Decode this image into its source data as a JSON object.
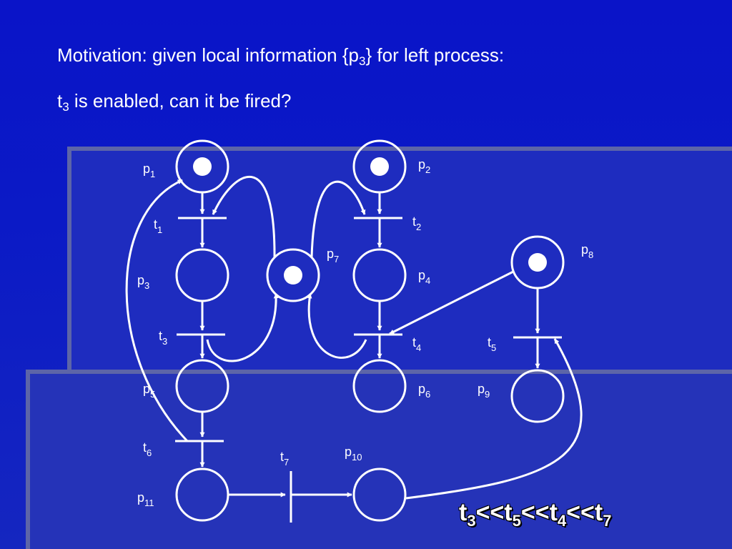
{
  "heading": {
    "line1": {
      "pre": "Motivation: given local information {p",
      "sub": "3",
      "post": "} for left process:"
    },
    "line2": {
      "pre": "t",
      "sub": "3",
      "post": " is enabled, can it be fired?"
    }
  },
  "places": [
    {
      "id": "p1",
      "base": "p",
      "sub": "1",
      "tokens": 1
    },
    {
      "id": "p2",
      "base": "p",
      "sub": "2",
      "tokens": 1
    },
    {
      "id": "p3",
      "base": "p",
      "sub": "3",
      "tokens": 0
    },
    {
      "id": "p4",
      "base": "p",
      "sub": "4",
      "tokens": 0
    },
    {
      "id": "p5",
      "base": "p",
      "sub": "5",
      "tokens": 0
    },
    {
      "id": "p6",
      "base": "p",
      "sub": "6",
      "tokens": 0
    },
    {
      "id": "p7",
      "base": "p",
      "sub": "7",
      "tokens": 1
    },
    {
      "id": "p8",
      "base": "p",
      "sub": "8",
      "tokens": 1
    },
    {
      "id": "p9",
      "base": "p",
      "sub": "9",
      "tokens": 0
    },
    {
      "id": "p10",
      "base": "p",
      "sub": "10",
      "tokens": 0
    },
    {
      "id": "p11",
      "base": "p",
      "sub": "11",
      "tokens": 0
    }
  ],
  "transitions": [
    {
      "id": "t1",
      "base": "t",
      "sub": "1"
    },
    {
      "id": "t2",
      "base": "t",
      "sub": "2"
    },
    {
      "id": "t3",
      "base": "t",
      "sub": "3"
    },
    {
      "id": "t4",
      "base": "t",
      "sub": "4"
    },
    {
      "id": "t5",
      "base": "t",
      "sub": "5"
    },
    {
      "id": "t6",
      "base": "t",
      "sub": "6"
    },
    {
      "id": "t7",
      "base": "t",
      "sub": "7"
    }
  ],
  "arcs": [
    [
      "p1",
      "t1"
    ],
    [
      "t1",
      "p3"
    ],
    [
      "p3",
      "t3"
    ],
    [
      "t3",
      "p5"
    ],
    [
      "p5",
      "t6"
    ],
    [
      "t6",
      "p11"
    ],
    [
      "p2",
      "t2"
    ],
    [
      "t2",
      "p4"
    ],
    [
      "p4",
      "t4"
    ],
    [
      "t4",
      "p6"
    ],
    [
      "p8",
      "t5"
    ],
    [
      "t5",
      "p9"
    ],
    [
      "p8",
      "t4"
    ],
    [
      "p7",
      "t1"
    ],
    [
      "t3",
      "p7"
    ],
    [
      "p7",
      "t2"
    ],
    [
      "t4",
      "p7"
    ],
    [
      "p11",
      "t7"
    ],
    [
      "t7",
      "p10"
    ],
    [
      "p10",
      "t5"
    ],
    [
      "t6",
      "p1"
    ]
  ],
  "order": {
    "items": [
      {
        "base": "t",
        "sub": "3"
      },
      {
        "base": "t",
        "sub": "5"
      },
      {
        "base": "t",
        "sub": "4"
      },
      {
        "base": "t",
        "sub": "7"
      }
    ],
    "sep": "<<"
  }
}
